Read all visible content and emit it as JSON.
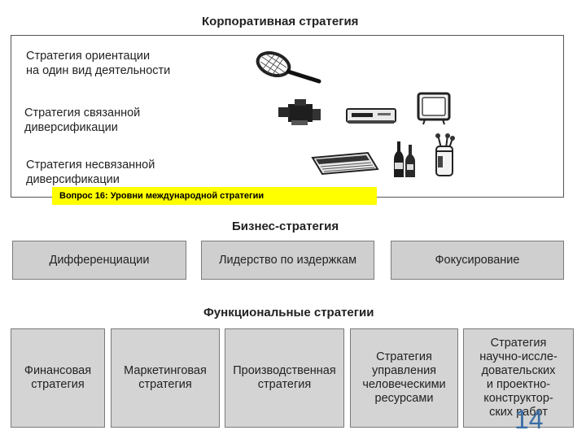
{
  "corporate": {
    "title": "Корпоративная стратегия",
    "rows": [
      {
        "label": "Стратегия ориентации\nна один вид деятельности",
        "icons": [
          "tennis-racket-icon"
        ]
      },
      {
        "label": "Стратегия связанной\nдиверсификации",
        "icons": [
          "video-camera-icon",
          "vcr-icon",
          "tv-icon"
        ]
      },
      {
        "label": "Стратегия несвязанной\nдиверсификации",
        "icons": [
          "newspaper-icon",
          "bottles-icon",
          "golf-bag-icon"
        ]
      }
    ]
  },
  "overlay": {
    "question": "Вопрос 16: Уровни международной стратегии",
    "color": "#ffff00"
  },
  "business": {
    "title": "Бизнес-стратегия",
    "boxes": [
      "Дифференциации",
      "Лидерство по издержкам",
      "Фокусирование"
    ]
  },
  "functional": {
    "title": "Функциональные стратегии",
    "boxes": [
      "Финансовая\nстратегия",
      "Маркетинговая\nстратегия",
      "Производственная\nстратегия",
      "Стратегия\nуправления\nчеловеческими\nресурсами",
      "Стратегия\nнаучно-иссле-\nдовательских\nи проектно-\nконструктор-\nских работ"
    ]
  },
  "page_number": "14",
  "colors": {
    "page_number": "#3a6ea5",
    "box_fill": "#cfcfcf"
  }
}
